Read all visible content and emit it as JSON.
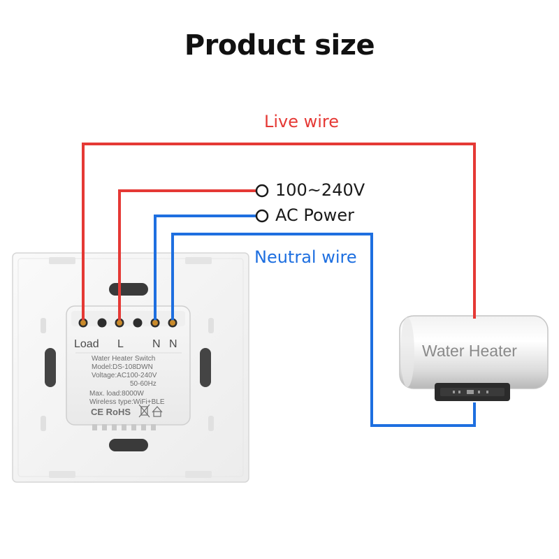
{
  "title": "Product size",
  "labels": {
    "live_wire": "Live wire",
    "neutral_wire": "Neutral wire",
    "voltage": "100~240V",
    "ac_power": "AC Power"
  },
  "terminals": [
    "Load",
    "L",
    "N",
    "N"
  ],
  "module_label": {
    "line1": "Water Heater Switch",
    "line2": "Model:DS-108DWN",
    "line3": "Voltage:AC100-240V",
    "line4": "50-60Hz",
    "line5": "Max. load:8000W",
    "line6": "Wireless type:WiFi+BLE",
    "marks": "CE RoHS"
  },
  "heater": {
    "label": "Water Heater"
  },
  "colors": {
    "live": "#e53935",
    "neutral": "#1e6fe0"
  }
}
